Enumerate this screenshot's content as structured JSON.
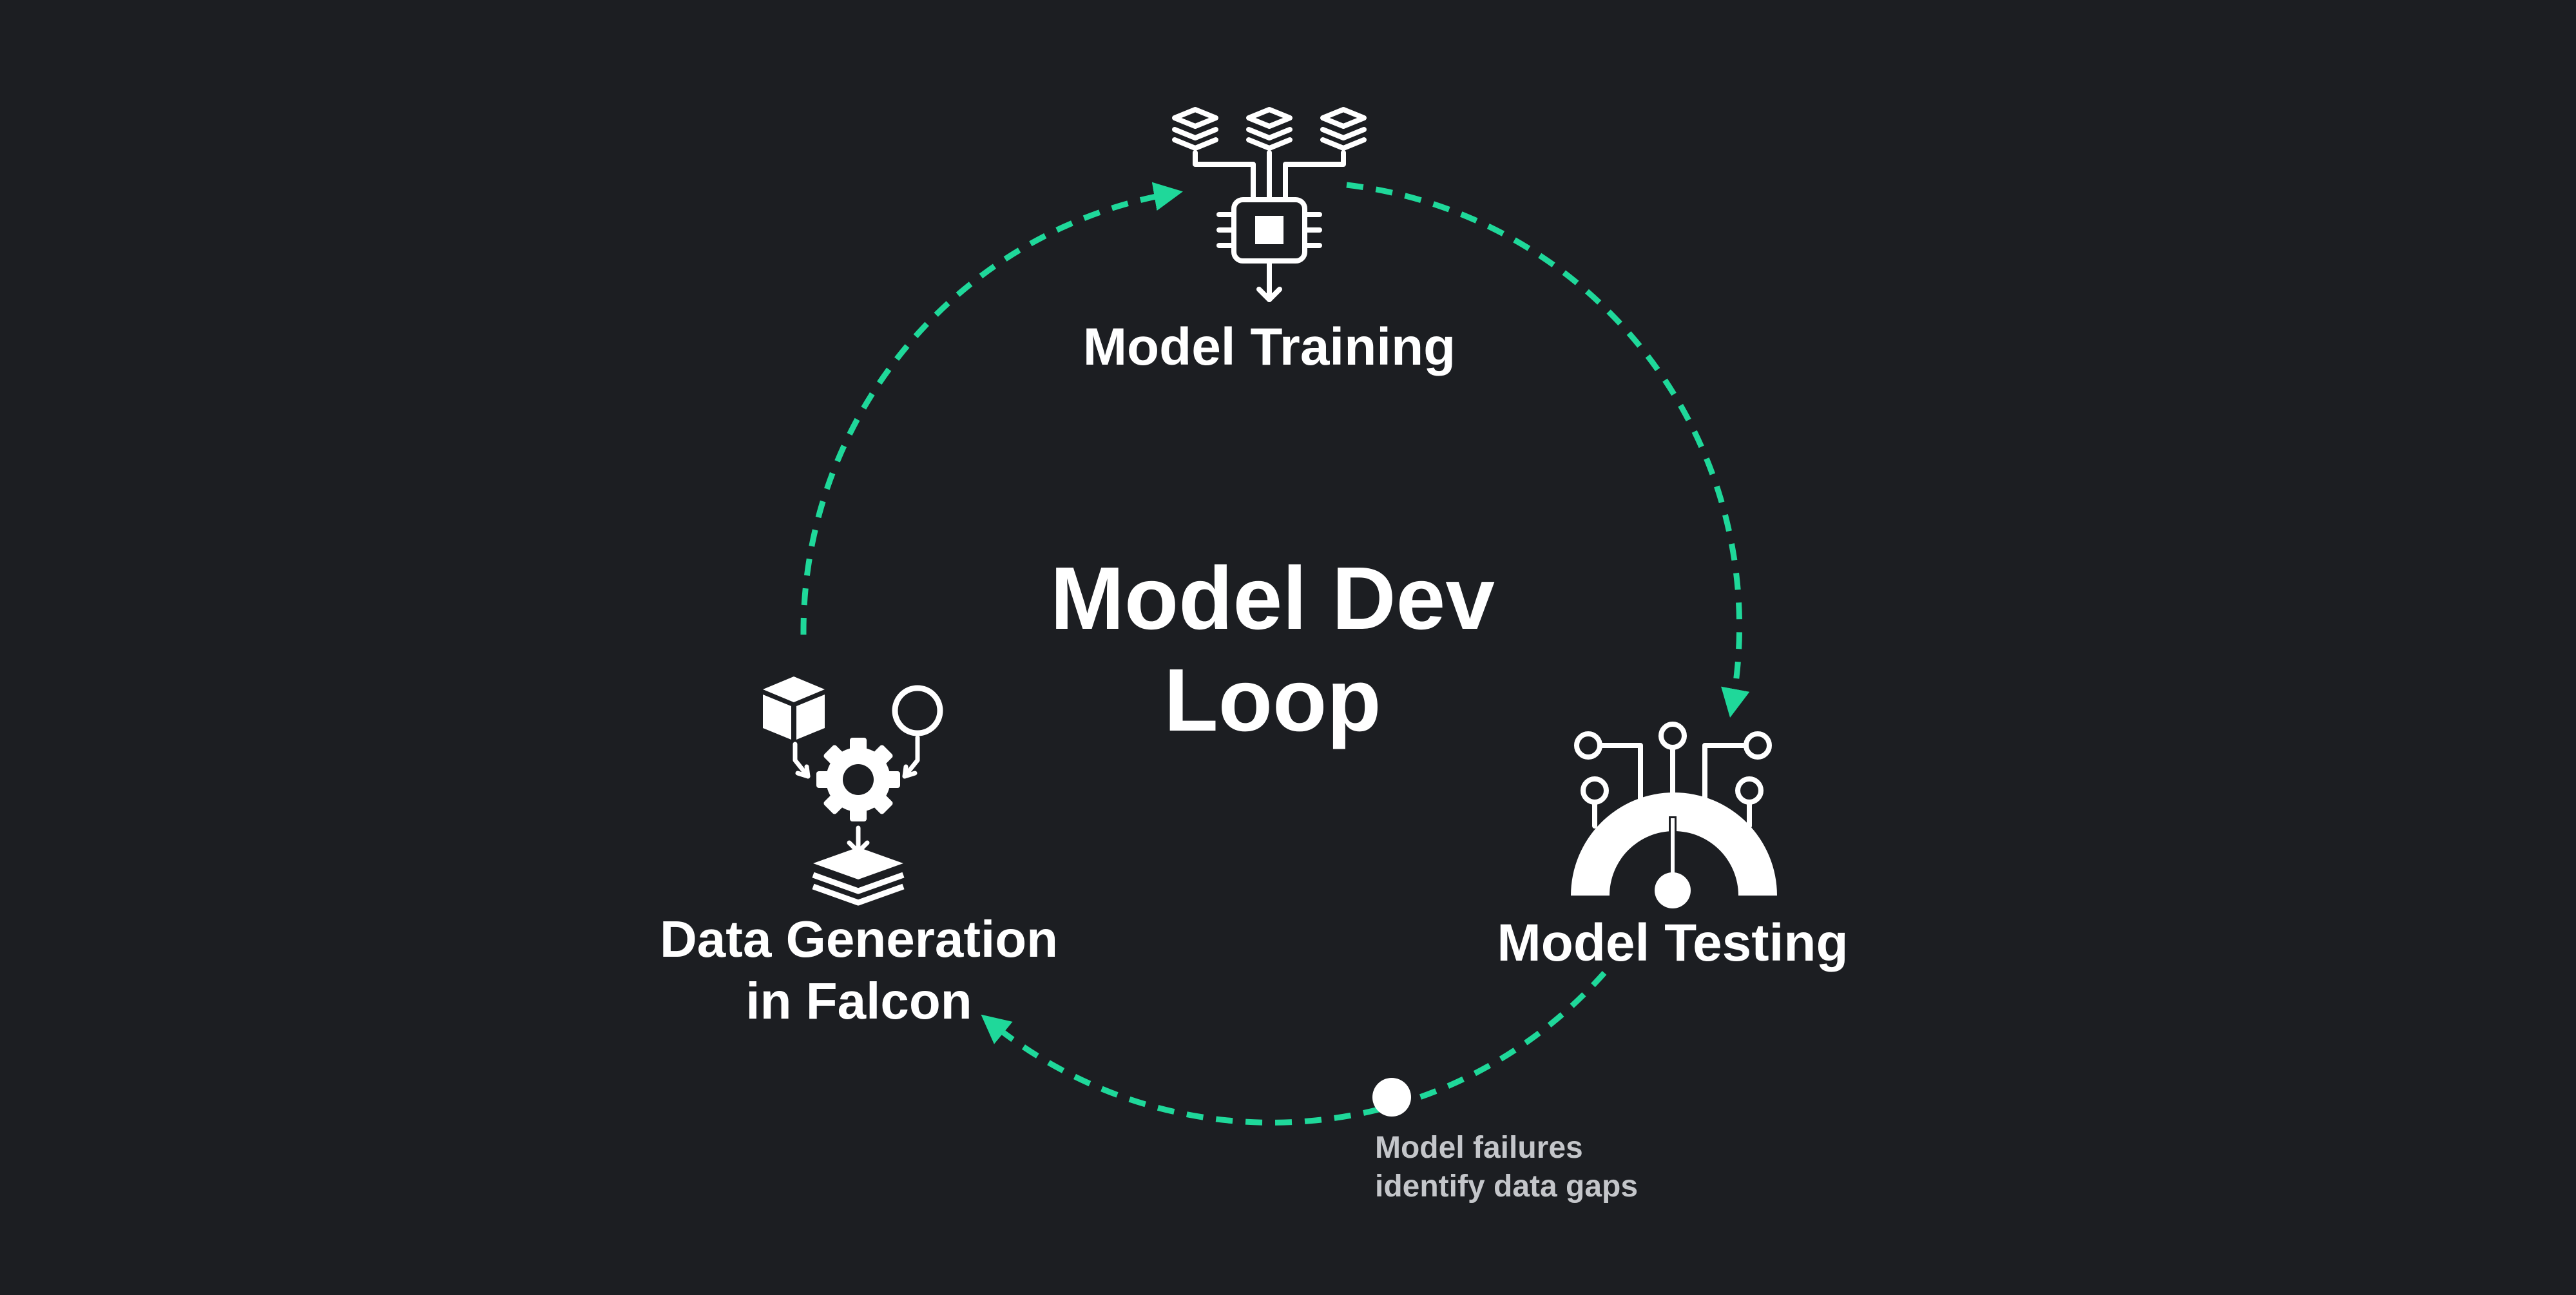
{
  "diagram": {
    "title_line1": "Model Dev",
    "title_line2": "Loop",
    "nodes": [
      {
        "id": "training",
        "label_lines": [
          "Model Training"
        ],
        "icon": "chip-training-icon"
      },
      {
        "id": "testing",
        "label_lines": [
          "Model Testing"
        ],
        "icon": "gauge-testing-icon"
      },
      {
        "id": "generation",
        "label_lines": [
          "Data Generation",
          "in Falcon"
        ],
        "icon": "gear-generation-icon"
      }
    ],
    "edges": [
      {
        "from": "training",
        "to": "testing",
        "style": "dashed-arrow"
      },
      {
        "from": "testing",
        "to": "generation",
        "style": "dashed-arrow"
      },
      {
        "from": "generation",
        "to": "training",
        "style": "dashed-arrow"
      }
    ],
    "annotation": {
      "line1": "Model failures",
      "line2": "identify data gaps"
    }
  },
  "colors": {
    "background": "#1c1e22",
    "accent": "#1fd89a",
    "text": "#ffffff",
    "muted_text": "#c4c6ca"
  }
}
